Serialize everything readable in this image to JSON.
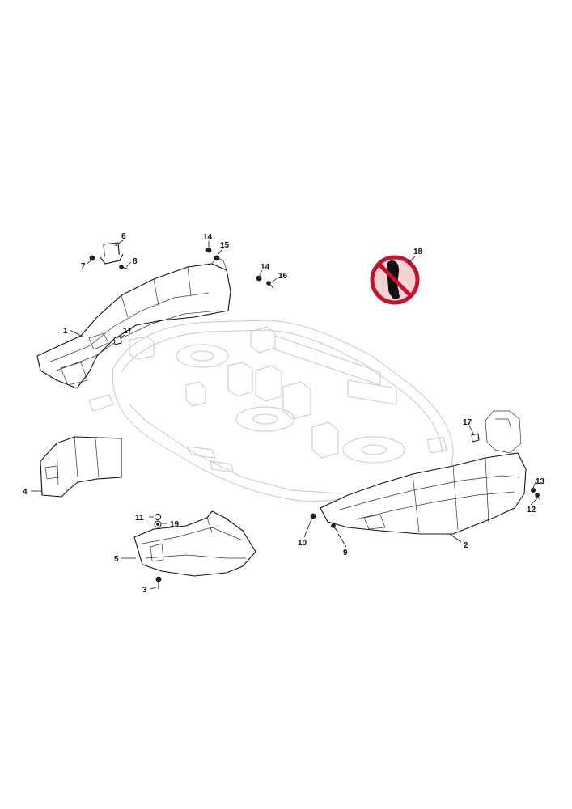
{
  "callouts": {
    "c1": "1",
    "c2": "2",
    "c3": "3",
    "c4": "4",
    "c5": "5",
    "c6": "6",
    "c7": "7",
    "c8": "8",
    "c9": "9",
    "c10": "10",
    "c11": "11",
    "c12": "12",
    "c13": "13",
    "c14a": "14",
    "c14b": "14",
    "c15": "15",
    "c16": "16",
    "c17a": "17",
    "c17b": "17",
    "c18": "18",
    "c19": "19"
  },
  "colors": {
    "line": "#111111",
    "deck": "#c9c9c9",
    "sign_red": "#c8102e",
    "sign_bg": "#f2d2d2"
  },
  "icons": {
    "no_step": "no-step-prohibition-icon"
  }
}
